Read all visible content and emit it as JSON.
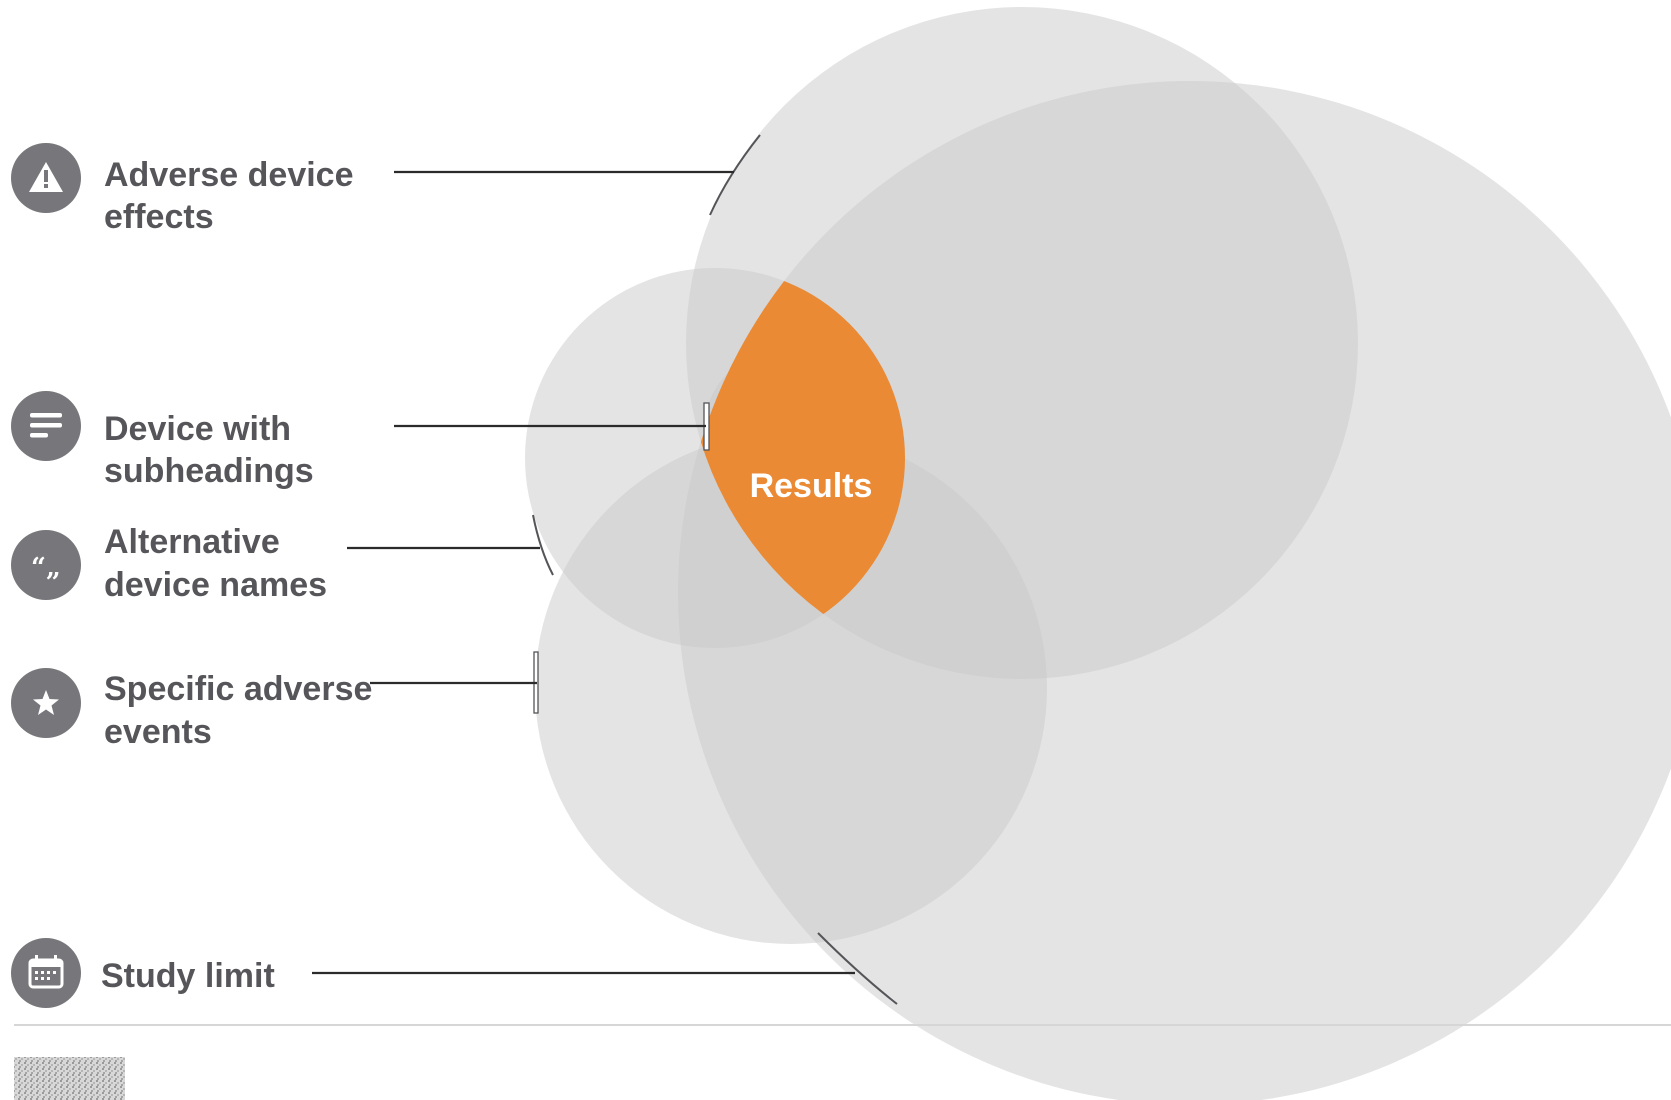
{
  "diagram": {
    "center_label": "Results",
    "items": [
      {
        "lines": [
          "Adverse device",
          "effects"
        ],
        "icon": "warning-icon"
      },
      {
        "lines": [
          "Device with",
          "subheadings"
        ],
        "icon": "text-lines-icon"
      },
      {
        "lines": [
          "Alternative",
          "device names"
        ],
        "icon": "quote-icon"
      },
      {
        "lines": [
          "Specific adverse",
          "events"
        ],
        "icon": "star-icon"
      },
      {
        "lines": [
          "Study limit"
        ],
        "icon": "calendar-icon"
      }
    ]
  },
  "colors": {
    "circle_fill": "#c9c9c9",
    "highlight": "#ea8a35",
    "icon_bg": "#77777b",
    "label": "#56565a",
    "leader": "#2b2b2b",
    "divider": "#d6d6d6"
  }
}
